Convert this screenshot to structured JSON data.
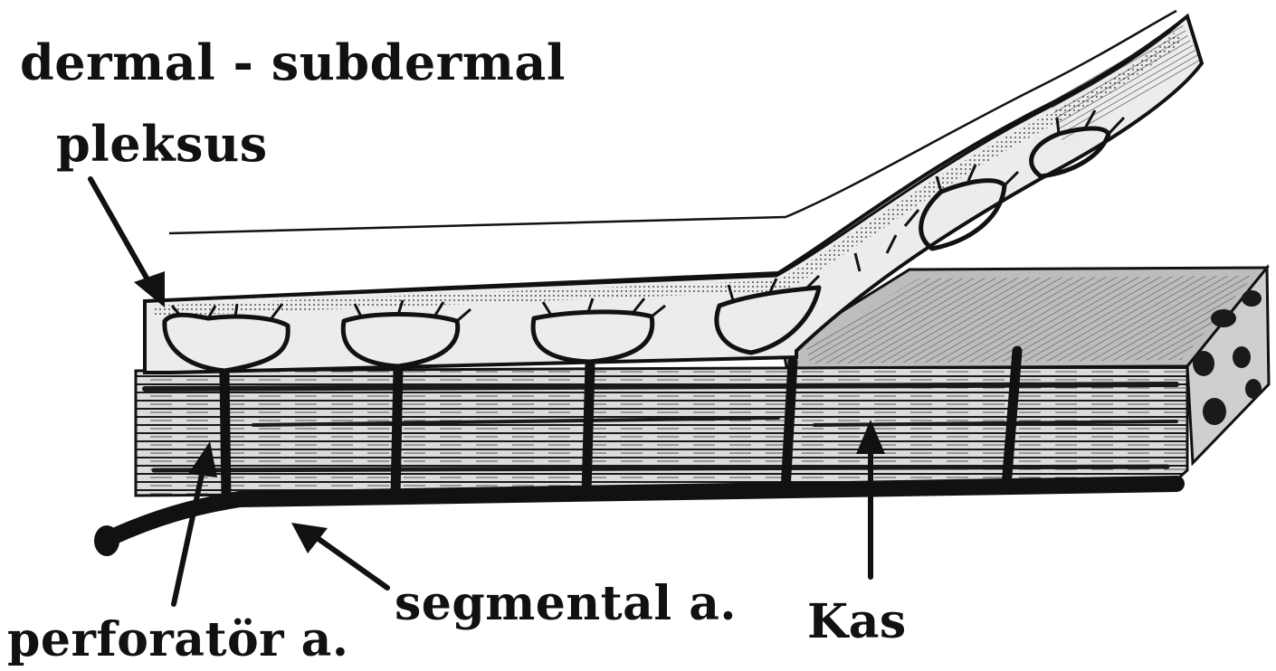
{
  "labels": {
    "dermal_line1": "dermal - subdermal",
    "dermal_line2": "pleksus",
    "segmental": "segmental a.",
    "perforator": "perforatör a.",
    "muscle": "Kas"
  },
  "colors": {
    "ink": "#111111",
    "skin": "#ebebeb",
    "muscle": "#d8d8d8",
    "background": "#ffffff"
  }
}
